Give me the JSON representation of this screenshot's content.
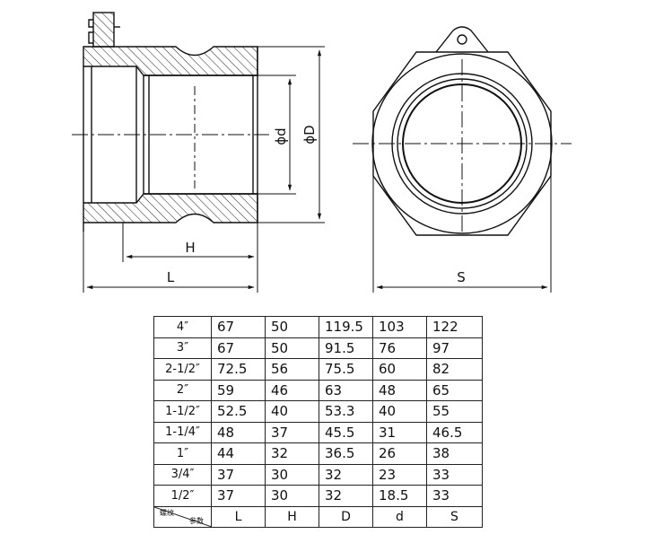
{
  "diagram": {
    "labels": {
      "H": "H",
      "L": "L",
      "d": "ϕd",
      "D": "ϕD",
      "S": "S"
    }
  },
  "table": {
    "corner_top": "螺纹",
    "corner_bottom": "参数",
    "columns": [
      "L",
      "H",
      "D",
      "d",
      "S"
    ],
    "rows": [
      {
        "size": "4″",
        "L": "67",
        "H": "50",
        "D": "119.5",
        "d": "103",
        "S": "122"
      },
      {
        "size": "3″",
        "L": "67",
        "H": "50",
        "D": "91.5",
        "d": "76",
        "S": "97"
      },
      {
        "size": "2-1/2″",
        "L": "72.5",
        "H": "56",
        "D": "75.5",
        "d": "60",
        "S": "82"
      },
      {
        "size": "2″",
        "L": "59",
        "H": "46",
        "D": "63",
        "d": "48",
        "S": "65"
      },
      {
        "size": "1-1/2″",
        "L": "52.5",
        "H": "40",
        "D": "53.3",
        "d": "40",
        "S": "55"
      },
      {
        "size": "1-1/4″",
        "L": "48",
        "H": "37",
        "D": "45.5",
        "d": "31",
        "S": "46.5"
      },
      {
        "size": "1″",
        "L": "44",
        "H": "32",
        "D": "36.5",
        "d": "26",
        "S": "38"
      },
      {
        "size": "3/4″",
        "L": "37",
        "H": "30",
        "D": "32",
        "d": "23",
        "S": "33"
      },
      {
        "size": "1/2″",
        "L": "37",
        "H": "30",
        "D": "32",
        "d": "18.5",
        "S": "33"
      }
    ]
  }
}
